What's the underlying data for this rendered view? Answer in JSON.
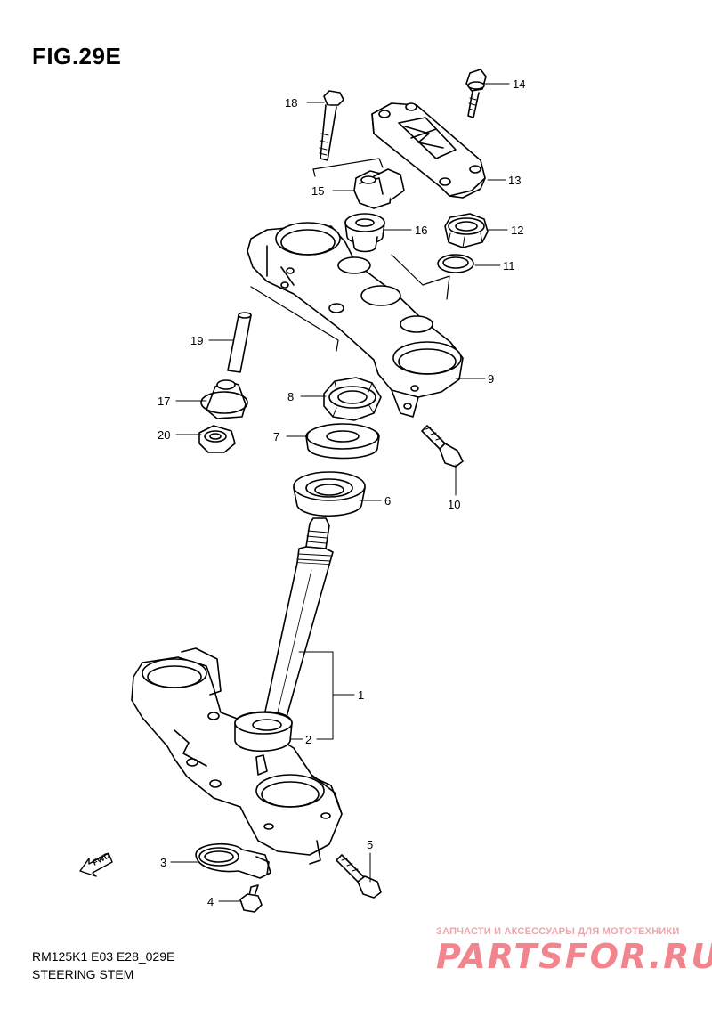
{
  "figure": {
    "title": "FIG.29E",
    "model_code": "RM125K1 E03 E28_029E",
    "subtitle": "STEERING STEM"
  },
  "watermark": {
    "tagline": "ЗАПЧАСТИ И АКСЕССУАРЫ ДЛЯ МОТОТЕХНИКИ",
    "logo": "PARTSFOR.RU"
  },
  "direction_marker": {
    "label": "FWD",
    "icon": "forward-arrow-icon"
  },
  "callouts": [
    {
      "id": "1",
      "label": "1"
    },
    {
      "id": "2",
      "label": "2"
    },
    {
      "id": "3",
      "label": "3"
    },
    {
      "id": "4",
      "label": "4"
    },
    {
      "id": "5",
      "label": "5"
    },
    {
      "id": "6",
      "label": "6"
    },
    {
      "id": "7",
      "label": "7"
    },
    {
      "id": "8",
      "label": "8"
    },
    {
      "id": "9",
      "label": "9"
    },
    {
      "id": "10",
      "label": "10"
    },
    {
      "id": "11",
      "label": "11"
    },
    {
      "id": "12",
      "label": "12"
    },
    {
      "id": "13",
      "label": "13"
    },
    {
      "id": "14",
      "label": "14"
    },
    {
      "id": "15",
      "label": "15"
    },
    {
      "id": "16",
      "label": "16"
    },
    {
      "id": "17",
      "label": "17"
    },
    {
      "id": "18",
      "label": "18"
    },
    {
      "id": "19",
      "label": "19"
    },
    {
      "id": "20",
      "label": "20"
    }
  ]
}
